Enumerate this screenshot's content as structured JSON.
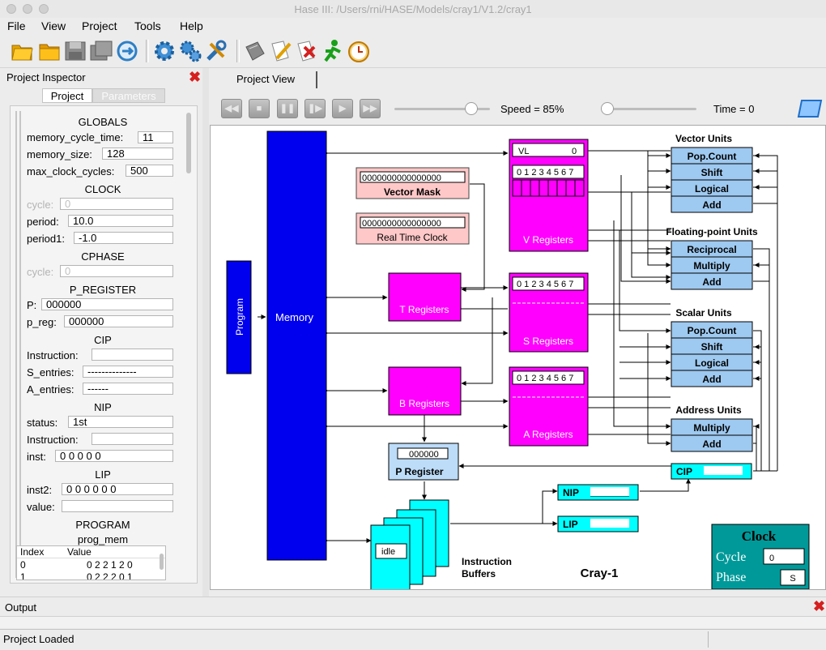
{
  "window": {
    "title": "Hase III: /Users/rni/HASE/Models/cray1/V1.2/cray1"
  },
  "menu": [
    "File",
    "View",
    "Project",
    "Tools",
    "Help"
  ],
  "toolbar": {
    "icons": [
      "new-project-icon",
      "open-project-icon",
      "save-icon",
      "save-as-icon",
      "refresh-icon",
      "settings-gear-icon",
      "gears-icon",
      "tools-icon",
      "build-icon",
      "edit-icon",
      "clear-icon",
      "run-icon",
      "clock-icon"
    ]
  },
  "inspector": {
    "title": "Project Inspector",
    "tabs": [
      "Project",
      "Parameters"
    ],
    "globals": {
      "title": "GLOBALS",
      "memory_cycle_time": {
        "label": "memory_cycle_time:",
        "value": "11"
      },
      "memory_size": {
        "label": "memory_size:",
        "value": "128"
      },
      "max_clock_cycles": {
        "label": "max_clock_cycles:",
        "value": "500"
      }
    },
    "clock": {
      "title": "CLOCK",
      "cycle": {
        "label": "cycle:",
        "value": "0"
      },
      "period": {
        "label": "period:",
        "value": "10.0"
      },
      "period1": {
        "label": "period1:",
        "value": "-1.0"
      }
    },
    "cphase": {
      "title": "CPHASE",
      "cycle": {
        "label": "cycle:",
        "value": "0"
      }
    },
    "p_register": {
      "title": "P_REGISTER",
      "p": {
        "label": "P:",
        "value": "000000"
      },
      "p_reg": {
        "label": "p_reg:",
        "value": "000000"
      }
    },
    "cip": {
      "title": "CIP",
      "instruction": {
        "label": "Instruction:",
        "value": ""
      },
      "s_entries": {
        "label": "S_entries:",
        "value": "--------------"
      },
      "a_entries": {
        "label": "A_entries:",
        "value": "------"
      }
    },
    "nip": {
      "title": "NIP",
      "status": {
        "label": "status:",
        "value": "1st"
      },
      "instruction": {
        "label": "Instruction:",
        "value": ""
      },
      "inst": {
        "label": "inst:",
        "value": "0 0 0 0 0"
      }
    },
    "lip": {
      "title": "LIP",
      "inst2": {
        "label": "inst2:",
        "value": "0 0 0 0 0 0"
      },
      "value": {
        "label": "value:",
        "value": ""
      }
    },
    "program": {
      "title": "PROGRAM",
      "subtitle": "prog_mem",
      "columns": [
        "Index",
        "Value"
      ],
      "rows": [
        [
          "0",
          "0 2 2 1 2 0"
        ],
        [
          "1",
          "0 2 2 2 0 1"
        ]
      ]
    }
  },
  "view": {
    "tab": "Project View",
    "speed_label": "Speed = 85%",
    "speed": 0.85,
    "time_label": "Time = 0",
    "controls": [
      "rewind-button",
      "stop-button",
      "pause-button",
      "step-button",
      "play-button",
      "fast-forward-button"
    ]
  },
  "diagram": {
    "memory": "Memory",
    "program": "Program",
    "vector_mask": {
      "label": "Vector Mask",
      "value": "0000000000000000"
    },
    "real_time_clock": {
      "label": "Real Time Clock",
      "value": "0000000000000000"
    },
    "vl": {
      "label": "VL",
      "value": "0"
    },
    "v_digits": "0 1 2 3 4 5 6 7",
    "v_registers": "V Registers",
    "t_registers": "T Registers",
    "s_digits": "0 1 2 3 4 5 6 7",
    "s_registers": "S Registers",
    "b_registers": "B Registers",
    "a_digits": "0 1 2 3 4 5 6 7",
    "a_registers": "A Registers",
    "p_register": {
      "label": "P Register",
      "value": "000000"
    },
    "vector_units": {
      "title": "Vector Units",
      "items": [
        "Pop.Count",
        "Shift",
        "Logical",
        "Add"
      ]
    },
    "fp_units": {
      "title": "Floating-point Units",
      "items": [
        "Reciprocal",
        "Multiply",
        "Add"
      ]
    },
    "scalar_units": {
      "title": "Scalar Units",
      "items": [
        "Pop.Count",
        "Shift",
        "Logical",
        "Add"
      ]
    },
    "address_units": {
      "title": "Address Units",
      "items": [
        "Multiply",
        "Add"
      ]
    },
    "cip": "CIP",
    "nip": "NIP",
    "lip": "LIP",
    "buffer_state": "idle",
    "instruction_buffers": [
      "Instruction",
      "Buffers"
    ],
    "machine": "Cray-1",
    "clock": {
      "title": "Clock",
      "cycle_label": "Cycle",
      "cycle_value": "0",
      "phase_label": "Phase",
      "phase_value": "S"
    }
  },
  "output": {
    "title": "Output"
  },
  "status": {
    "text": "Project Loaded"
  },
  "colors": {
    "magenta": "#ff00ff",
    "blue": "#0000ee",
    "unit_blue": "#9ec9f0",
    "cyan": "#00ffff",
    "pink": "#ffc8c8",
    "teal": "#009999",
    "light_blue": "#bcdcf8"
  }
}
